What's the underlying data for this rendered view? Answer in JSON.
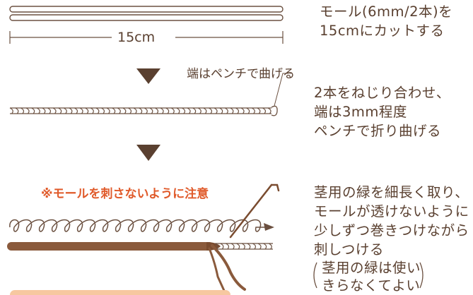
{
  "step1": {
    "measure_label": "15cm",
    "instruction_lines": [
      "モール(6mm/2本)を",
      "15cmにカットする"
    ]
  },
  "step2": {
    "callout": "端はペンチで曲げる",
    "instruction_lines": [
      "2本をねじり合わせ、",
      "端は3mm程度",
      "ペンチで折り曲げる"
    ]
  },
  "step3": {
    "warning": "※モールを刺さないように注意",
    "instruction_lines": [
      "茎用の緑を細長く取り、",
      "モールが透けないように",
      "少しずつ巻きつけながら",
      "刺しつける"
    ],
    "note_lines": [
      "茎用の緑は使い",
      "きらなくてよい"
    ]
  },
  "colors": {
    "text": "#5a4030",
    "line": "#6b5040",
    "warning": "#e05a2a",
    "stem": "#8a5a3c",
    "bottom_bar": "#f7c8a0"
  }
}
